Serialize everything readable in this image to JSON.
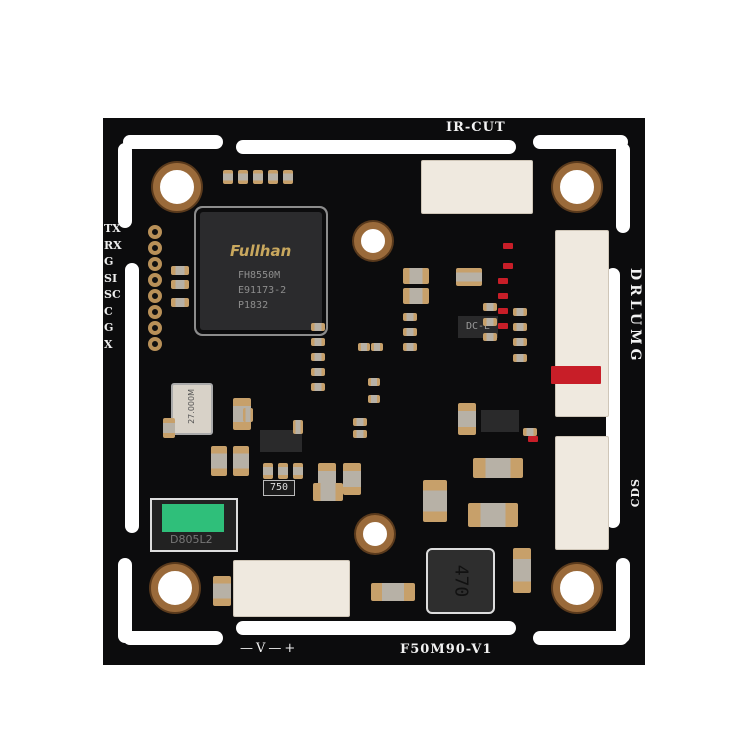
{
  "board": {
    "name": "F50M90-V1",
    "top_label": "IR-CUT",
    "right_label": "DRLUMG",
    "right_label_2": "CDS",
    "bottom_power_label": "—V—+",
    "left_pins": [
      "TX",
      "RX",
      "G",
      "SI",
      "SC",
      "C",
      "G",
      "X"
    ]
  },
  "chip": {
    "brand": "Fullhan",
    "model": "FH8550M",
    "lot": "E91173-2",
    "date": "P1832"
  },
  "crystal": {
    "text": "27.000M"
  },
  "diode": {
    "text": "D805L2"
  },
  "resistor": {
    "text": "750"
  },
  "inductor": {
    "text": "470"
  },
  "regulator": {
    "text": "DC-E"
  },
  "colors": {
    "pcb": "#0c0c0d",
    "pad": "#9a6a3a",
    "connector": "#efe9df",
    "diode_green": "#2fbf7a"
  }
}
